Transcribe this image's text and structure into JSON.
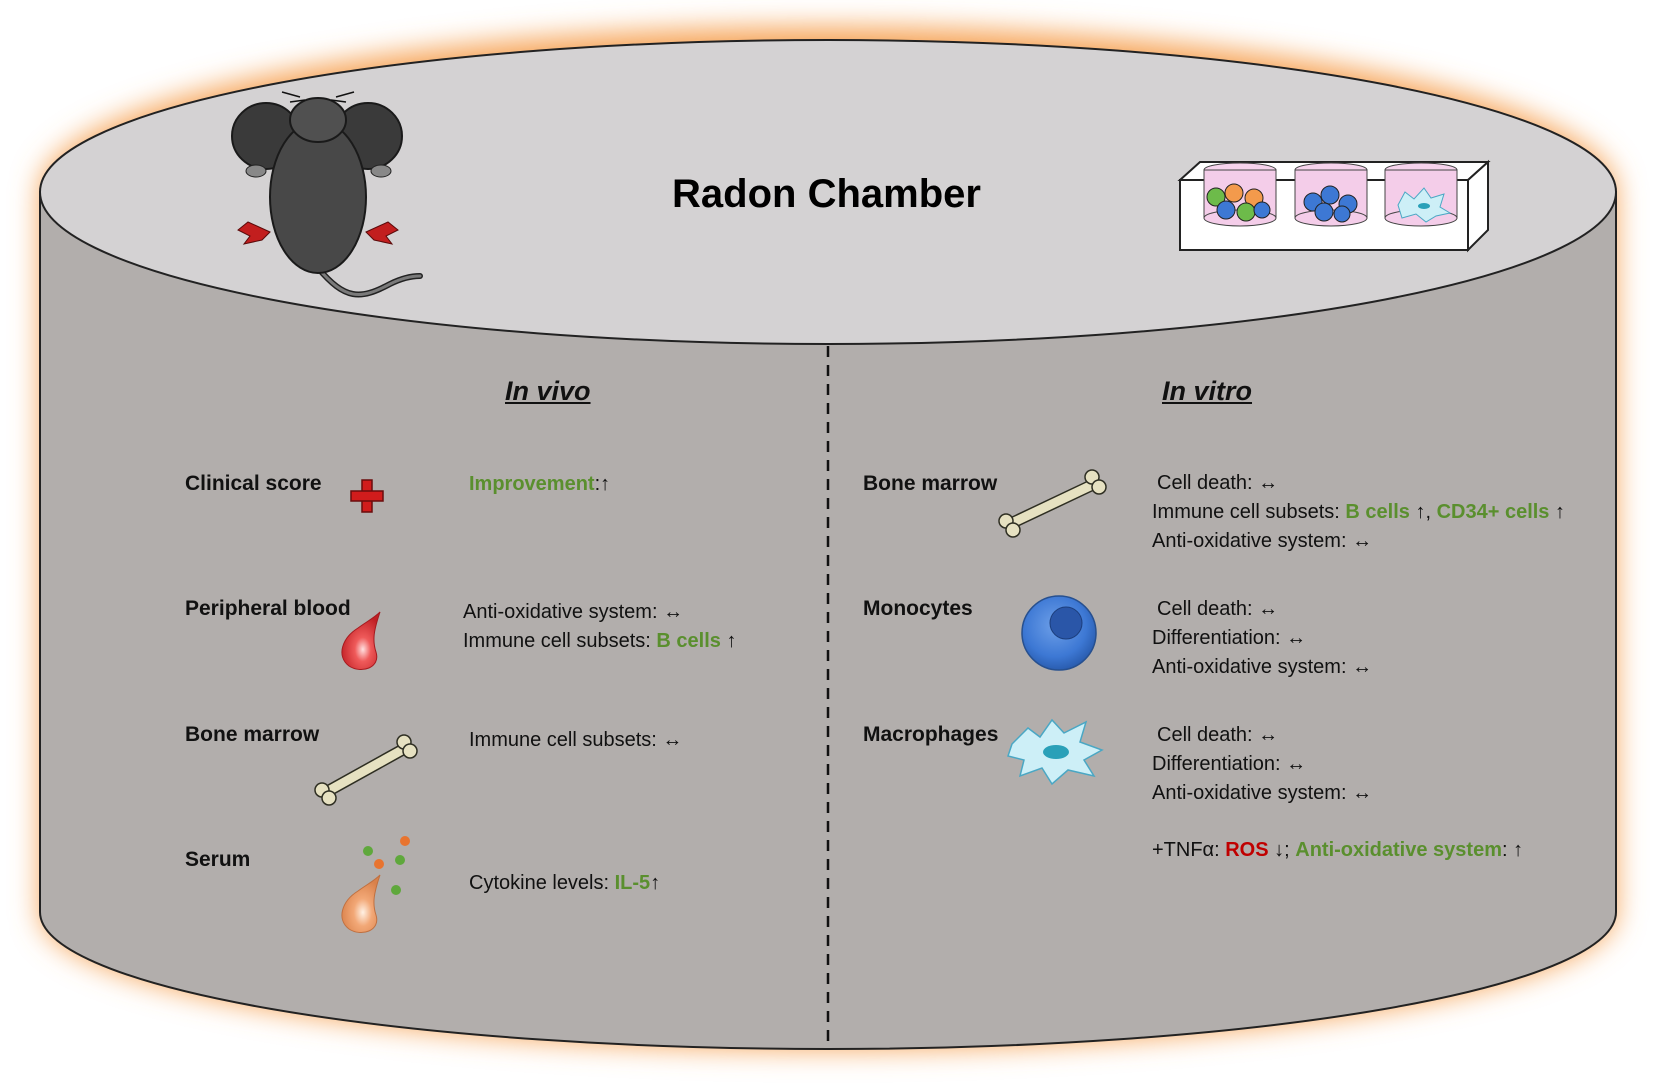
{
  "title": "Radon Chamber",
  "colors": {
    "chamber_top": "#d4d2d3",
    "chamber_body": "#b2aeac",
    "glow": "#f6a458",
    "positive_green": "#5a8f2e",
    "negative_red": "#c00000"
  },
  "in_vivo": {
    "heading": "In vivo",
    "rows": [
      {
        "label": "Clinical score",
        "icon": "red-cross-icon",
        "lines": [
          {
            "parts": [
              {
                "t": "Improvement",
                "c": "g"
              },
              {
                "t": ":↑",
                "c": ""
              }
            ]
          }
        ]
      },
      {
        "label": "Peripheral blood",
        "icon": "blood-drop-icon",
        "lines": [
          {
            "parts": [
              {
                "t": "Anti-oxidative system: ↔",
                "c": ""
              }
            ]
          },
          {
            "parts": [
              {
                "t": "Immune cell subsets: ",
                "c": ""
              },
              {
                "t": "B cells",
                "c": "g"
              },
              {
                "t": " ↑",
                "c": ""
              }
            ]
          }
        ]
      },
      {
        "label": "Bone marrow",
        "icon": "bone-icon",
        "lines": [
          {
            "parts": [
              {
                "t": "Immune cell subsets: ↔",
                "c": ""
              }
            ]
          }
        ]
      },
      {
        "label": "Serum",
        "icon": "serum-drop-icon",
        "lines": [
          {
            "parts": [
              {
                "t": "Cytokine levels: ",
                "c": ""
              },
              {
                "t": "IL-5",
                "c": "g"
              },
              {
                "t": "↑",
                "c": ""
              }
            ]
          }
        ]
      }
    ]
  },
  "in_vitro": {
    "heading": "In vitro",
    "rows": [
      {
        "label": "Bone marrow",
        "icon": "bone-icon",
        "lines": [
          {
            "parts": [
              {
                "t": "Cell death: ↔",
                "c": ""
              }
            ]
          },
          {
            "parts": [
              {
                "t": "Immune cell subsets: ",
                "c": ""
              },
              {
                "t": "B cells",
                "c": "g"
              },
              {
                "t": " ↑, ",
                "c": ""
              },
              {
                "t": "CD34+ cells",
                "c": "g"
              },
              {
                "t": " ↑",
                "c": ""
              }
            ]
          },
          {
            "parts": [
              {
                "t": "Anti-oxidative system:  ↔",
                "c": ""
              }
            ]
          }
        ]
      },
      {
        "label": "Monocytes",
        "icon": "monocyte-cell-icon",
        "lines": [
          {
            "parts": [
              {
                "t": "Cell death: ↔",
                "c": ""
              }
            ]
          },
          {
            "parts": [
              {
                "t": "Differentiation: ↔",
                "c": ""
              }
            ]
          },
          {
            "parts": [
              {
                "t": "Anti-oxidative system:  ↔",
                "c": ""
              }
            ]
          }
        ]
      },
      {
        "label": "Macrophages",
        "icon": "macrophage-cell-icon",
        "lines": [
          {
            "parts": [
              {
                "t": "Cell death: ↔",
                "c": ""
              }
            ]
          },
          {
            "parts": [
              {
                "t": "Differentiation: ↔",
                "c": ""
              }
            ]
          },
          {
            "parts": [
              {
                "t": "Anti-oxidative system:  ↔",
                "c": ""
              }
            ]
          }
        ]
      }
    ],
    "tnf_line": {
      "parts": [
        {
          "t": "+TNFα: ",
          "c": ""
        },
        {
          "t": "ROS",
          "c": "r"
        },
        {
          "t": " ↓; ",
          "c": ""
        },
        {
          "t": "Anti-oxidative system",
          "c": "g"
        },
        {
          "t": ": ↑",
          "c": ""
        }
      ]
    }
  },
  "illustrations": {
    "top_left": "mouse-icon",
    "top_right": "cell-culture-plate-icon"
  }
}
